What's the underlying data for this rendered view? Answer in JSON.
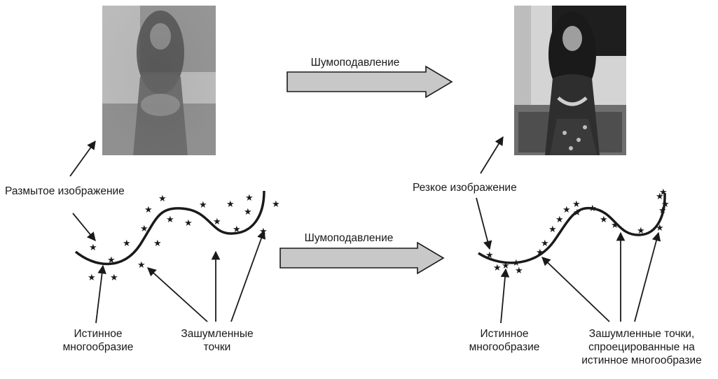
{
  "top_arrow_label": "Шумоподавление",
  "bottom_arrow_label": "Шумоподавление",
  "left": {
    "blurred_label": "Размытое изображение",
    "true_manifold_label": "Истинное многообразие",
    "noisy_points_label": "Зашумленные точки",
    "image_description": "photo-of-seated-woman-blurred"
  },
  "right": {
    "sharp_label": "Резкое изображение",
    "true_manifold_label": "Истинное многообразие",
    "projected_points_label": "Зашумленные точки, спроецированные на истинное многообразие",
    "image_description": "photo-of-seated-woman-sharp"
  },
  "colors": {
    "arrow_fill": "#c8c8c8",
    "ink": "#1a1a1a"
  }
}
